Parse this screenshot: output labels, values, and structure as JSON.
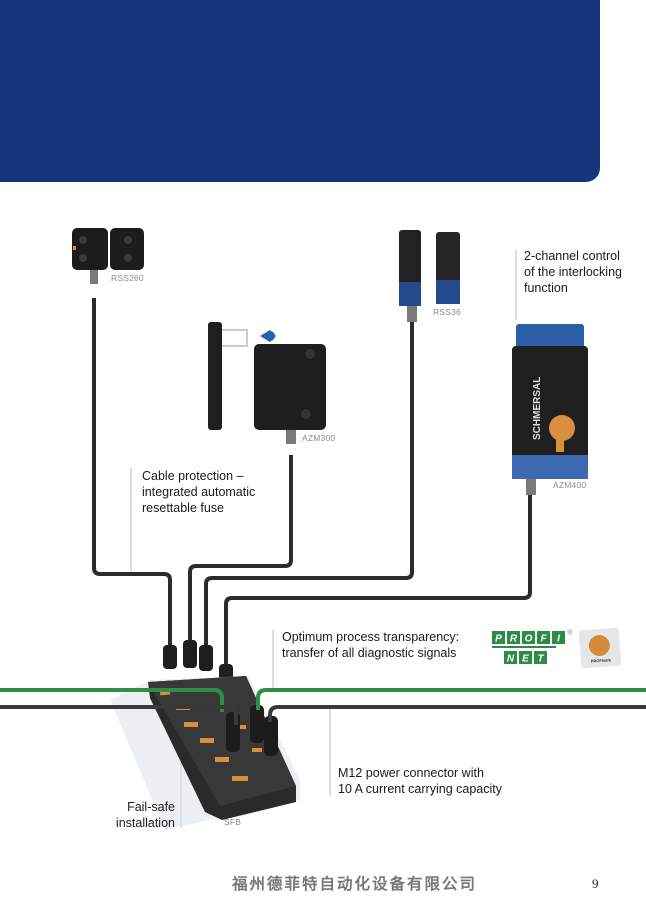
{
  "page": {
    "accent_color": "#14357a",
    "page_number": "9",
    "footer_company": "福州德菲特自动化设备有限公司"
  },
  "products": [
    {
      "name": "RSS260",
      "type": "safety-sensor"
    },
    {
      "name": "AZM300",
      "type": "solenoid-interlock"
    },
    {
      "name": "RSS36",
      "type": "safety-sensor"
    },
    {
      "name": "AZM400",
      "type": "solenoid-interlock"
    },
    {
      "name": "SFB",
      "type": "field-box"
    }
  ],
  "callouts": {
    "two_channel": [
      "2-channel control",
      "of the interlocking",
      "function"
    ],
    "cable_protection": [
      "Cable protection –",
      "integrated automatic",
      "resettable fuse"
    ],
    "transparency": [
      "Optimum process transparency:",
      "transfer of all diagnostic signals"
    ],
    "power_connector": [
      "M12 power connector with",
      "10 A current carrying capacity"
    ],
    "fail_safe": [
      "Fail-safe",
      "installation"
    ]
  },
  "logos": {
    "profinet_row1": [
      "P",
      "R",
      "O",
      "F",
      "I"
    ],
    "profinet_row2": [
      "N",
      "E",
      "T"
    ],
    "profisafe_text": "PROFIsafe",
    "profinet_color": "#2e8b47"
  },
  "cables": {
    "signal_color": "#2c2c2c",
    "bus_green": "#2f8f45",
    "bus_dark": "#3a3a3a"
  }
}
